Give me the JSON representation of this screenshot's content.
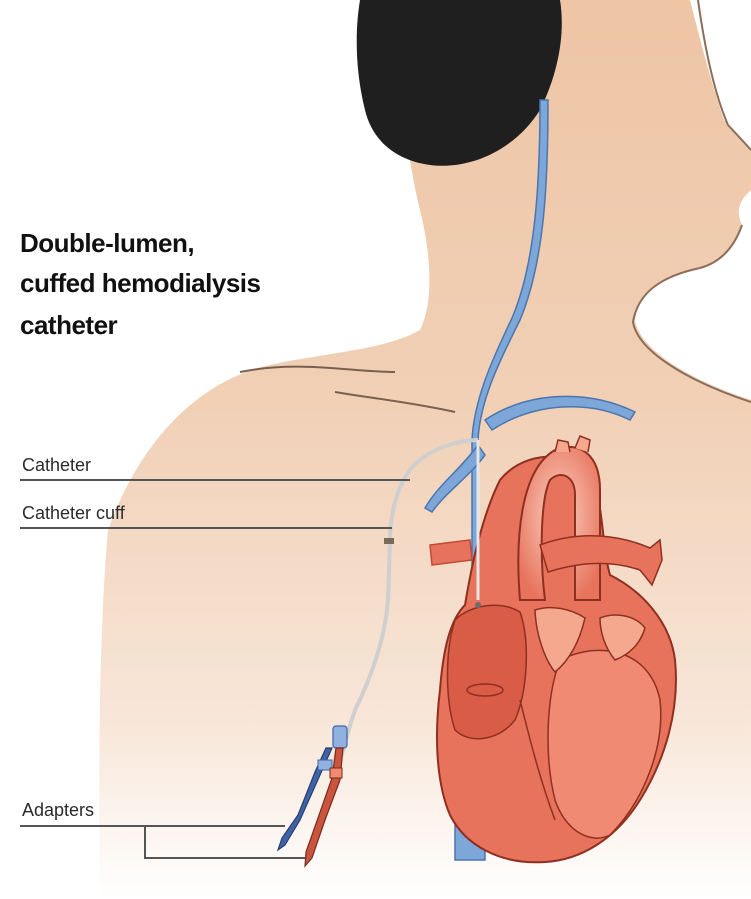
{
  "title_lines": [
    "Double-lumen,",
    "cuffed hemodialysis",
    "catheter"
  ],
  "labels": {
    "catheter": "Catheter",
    "catheter_cuff": "Catheter cuff",
    "adapters": "Adapters"
  },
  "colors": {
    "skin": "#f0cdb0",
    "hair": "#1f1f1f",
    "vein": "#7da7d9",
    "vein_outline": "#4b75ad",
    "heart_light": "#f4a98e",
    "heart": "#e7735c",
    "heart_dark": "#c24a37",
    "catheter": "#d9d9d9",
    "adapter_blue": "#3f63a8",
    "adapter_red": "#c9553f",
    "leader_line": "#555555"
  }
}
